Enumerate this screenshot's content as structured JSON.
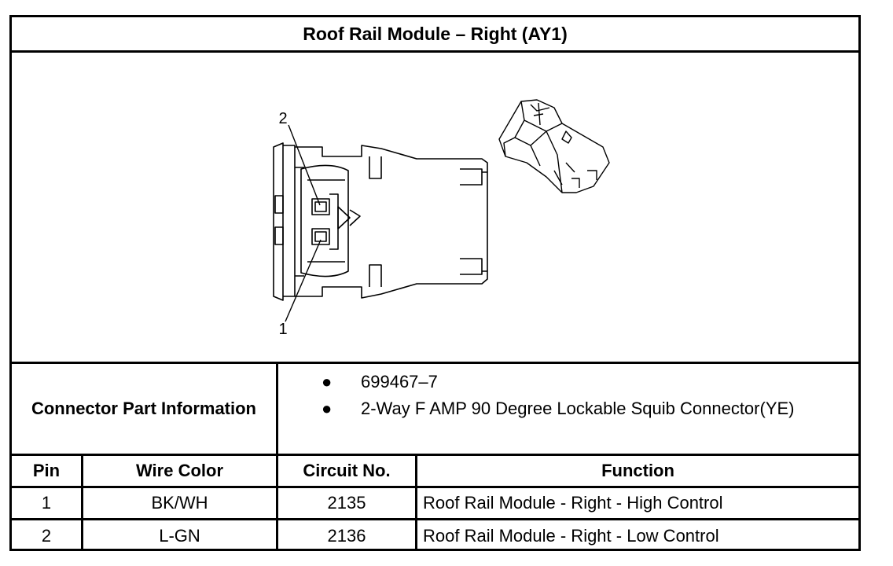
{
  "title": "Roof Rail Module – Right (AY1)",
  "diagram": {
    "callout_pin2": "2",
    "callout_pin1": "1"
  },
  "connector_info": {
    "label": "Connector Part Information",
    "items": [
      "699467–7",
      "2-Way F AMP 90 Degree Lockable Squib Connector(YE)"
    ]
  },
  "table": {
    "headers": [
      "Pin",
      "Wire Color",
      "Circuit No.",
      "Function"
    ],
    "rows": [
      [
        "1",
        "BK/WH",
        "2135",
        "Roof Rail Module - Right - High Control"
      ],
      [
        "2",
        "L-GN",
        "2136",
        "Roof Rail Module - Right - Low Control"
      ]
    ]
  }
}
